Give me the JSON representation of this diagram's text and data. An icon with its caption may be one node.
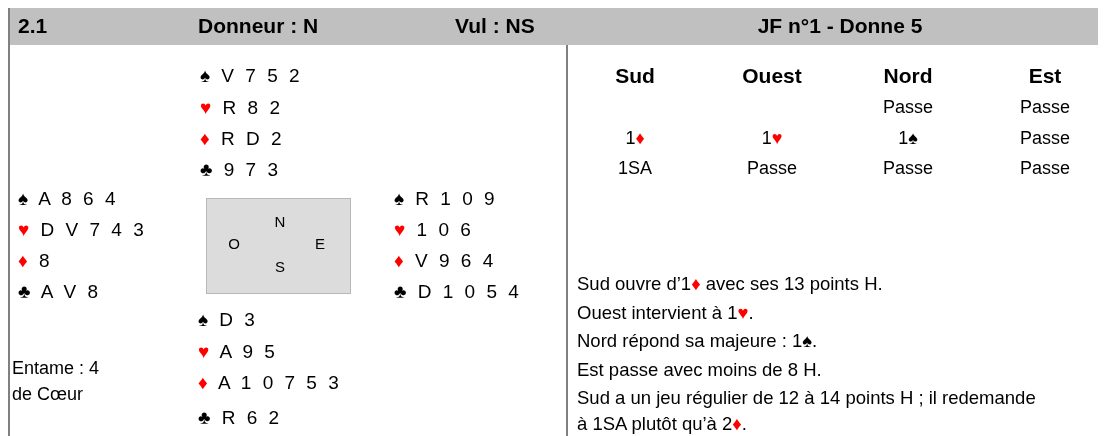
{
  "diagram": {
    "nodes": [
      {
        "text": [
          "N",
          "O",
          "E",
          "S"
        ]
      }
    ],
    "labels": [
      "2.1",
      "Donneur : N",
      "Vul : NS",
      "JF n°1 - Donne 5",
      "♠ V 7 5 2",
      "♥ R 8 2",
      "♦ R D 2",
      "♣ 9 7 3",
      "Sud",
      "Ouest",
      "Nord",
      "Est",
      "Passe",
      "Passe",
      "1♦",
      "1♥",
      "1♠",
      "Passe",
      "1SA",
      "Passe",
      "Passe",
      "Passe",
      "♠ A 8 6 4",
      "♥ D V 7 4 3",
      "♦ 8",
      "♣ A V 8",
      "♠ R 1 0 9",
      "♥ 1 0 6",
      "♦ V 9 6 4",
      "♣ D 1 0 5 4",
      "♠ D 3",
      "♥ A 9 5",
      "♦ A 1 0 7 5 3",
      "♣ R 6 2",
      "Entame : 4 de Cœur",
      "Sud ouvre d’1♦ avec ses 13 points H.",
      "Ouest intervient à 1♥.",
      "Nord répond sa majeure : 1♠.",
      "Est passe avec moins de 8 H.",
      "Sud a un jeu régulier de 12 à 14 points H ; il redemande à 1SA plutôt qu’à 2♦."
    ]
  }
}
